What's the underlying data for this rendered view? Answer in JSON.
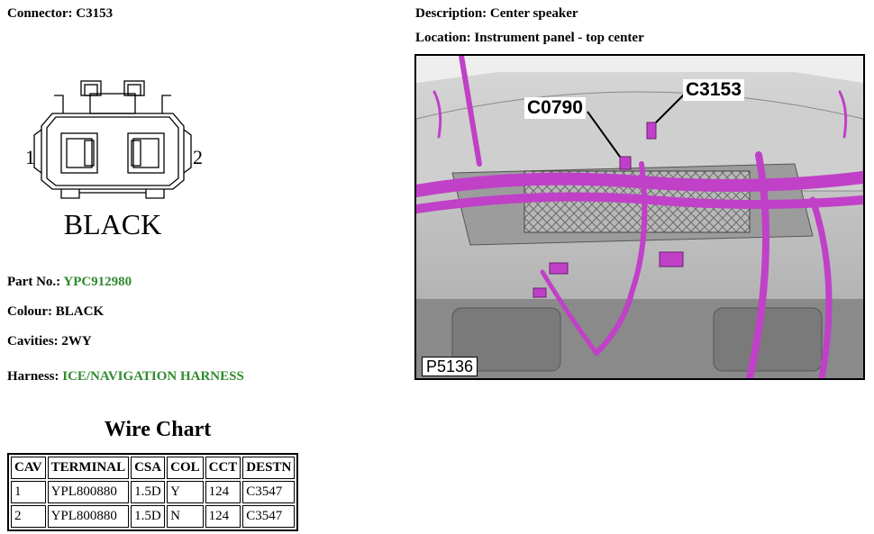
{
  "connector": {
    "label": "Connector:",
    "value": "C3153"
  },
  "description": {
    "label": "Description:",
    "value": "Center speaker"
  },
  "location": {
    "label": "Location:",
    "value": "Instrument panel - top center"
  },
  "drawing": {
    "pin_left": "1",
    "pin_right": "2",
    "colour_text": "BLACK"
  },
  "part_no": {
    "label": "Part No.:",
    "value": "YPC912980"
  },
  "colour": {
    "label": "Colour:",
    "value": "BLACK"
  },
  "cavities": {
    "label": "Cavities:",
    "value": "2WY"
  },
  "harness": {
    "label": "Harness:",
    "value": "ICE/NAVIGATION HARNESS"
  },
  "wire_chart": {
    "title": "Wire Chart",
    "headers": [
      "CAV",
      "TERMINAL",
      "CSA",
      "COL",
      "CCT",
      "DESTN"
    ],
    "rows": [
      [
        "1",
        "YPL800880",
        "1.5D",
        "Y",
        "124",
        "C3547"
      ],
      [
        "2",
        "YPL800880",
        "1.5D",
        "N",
        "124",
        "C3547"
      ]
    ]
  },
  "photo": {
    "callout_1": "C0790",
    "callout_2": "C3153",
    "figure_id": "P5136"
  },
  "colors": {
    "accent_green": "#2e8b2e",
    "harness_magenta": "#c040c8"
  }
}
